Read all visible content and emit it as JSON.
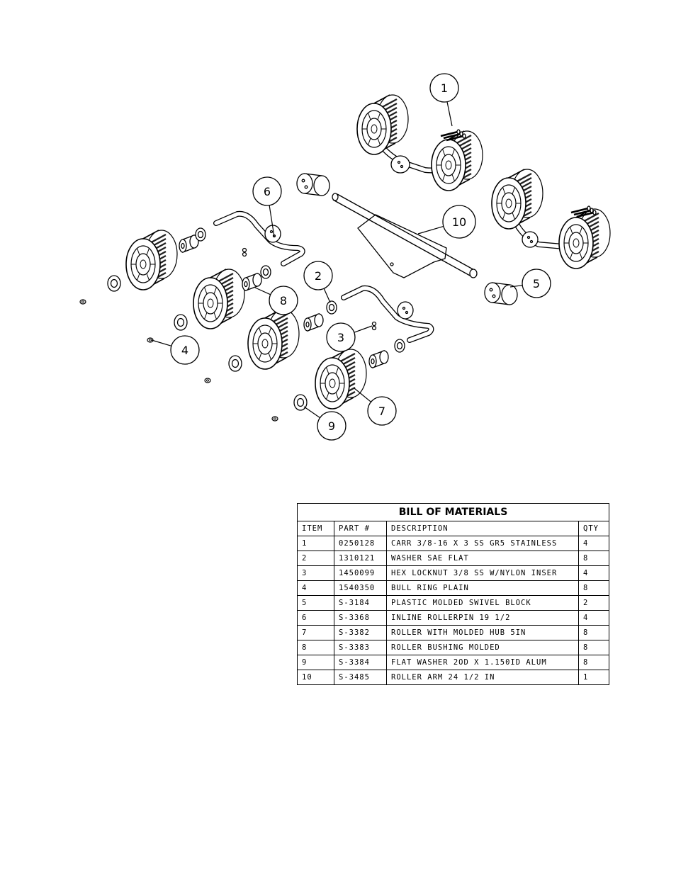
{
  "callouts": [
    "1",
    "2",
    "3",
    "4",
    "5",
    "6",
    "7",
    "8",
    "9",
    "10"
  ],
  "bom": {
    "title": "BILL OF MATERIALS",
    "headers": [
      "ITEM",
      "PART #",
      "DESCRIPTION",
      "QTY"
    ],
    "rows": [
      [
        "1",
        "0250128",
        "CARR 3/8-16 X 3 SS GR5 STAINLESS",
        "4"
      ],
      [
        "2",
        "1310121",
        "WASHER SAE FLAT",
        "8"
      ],
      [
        "3",
        "1450099",
        "HEX LOCKNUT 3/8 SS W/NYLON INSER",
        "4"
      ],
      [
        "4",
        "1540350",
        "BULL RING PLAIN",
        "8"
      ],
      [
        "5",
        "S-3184",
        "PLASTIC MOLDED SWIVEL BLOCK",
        "2"
      ],
      [
        "6",
        "S-3368",
        "INLINE ROLLERPIN 19 1/2",
        "4"
      ],
      [
        "7",
        "S-3382",
        "ROLLER WITH MOLDED HUB  5IN",
        "8"
      ],
      [
        "8",
        "S-3383",
        "ROLLER BUSHING MOLDED",
        "8"
      ],
      [
        "9",
        "S-3384",
        "FLAT WASHER  2OD X 1.150ID  ALUM",
        "8"
      ],
      [
        "10",
        "S-3485",
        "ROLLER ARM   24 1/2 IN",
        "1"
      ]
    ]
  }
}
